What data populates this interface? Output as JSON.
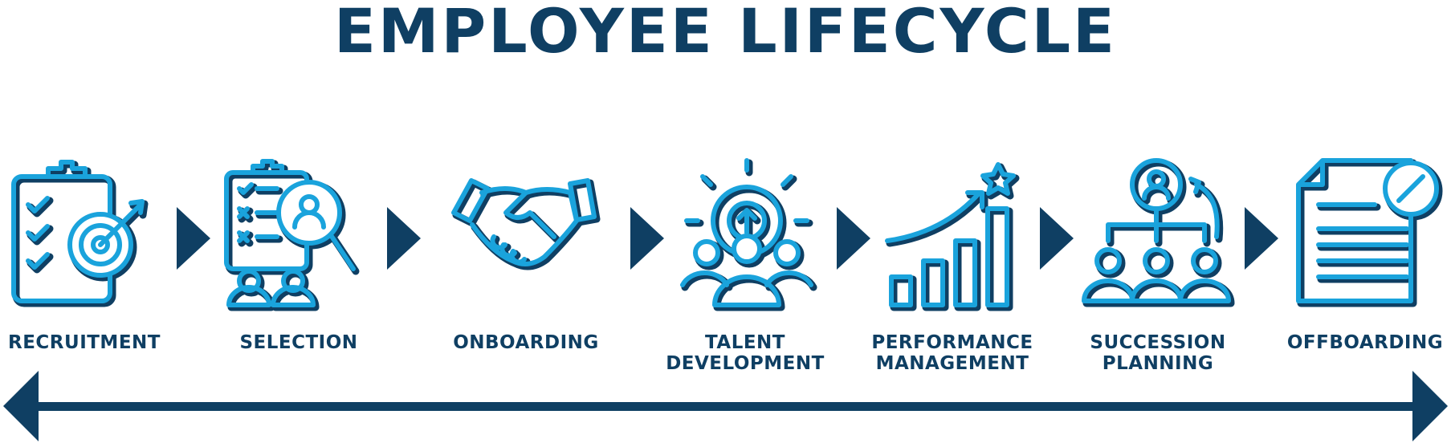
{
  "title": "EMPLOYEE LIFECYCLE",
  "colors": {
    "navy": "#0f3f63",
    "accent": "#1aa3dc",
    "outline": "#0f3f63"
  },
  "steps": [
    {
      "label": "RECRUITMENT",
      "icon": "clipboard-target-icon"
    },
    {
      "label": "SELECTION",
      "icon": "clipboard-magnifier-icon"
    },
    {
      "label": "ONBOARDING",
      "icon": "handshake-icon"
    },
    {
      "label_lines": [
        "TALENT",
        "DEVELOPMENT"
      ],
      "icon": "gear-team-icon"
    },
    {
      "label_lines": [
        "PERFORMANCE",
        "MANAGEMENT"
      ],
      "icon": "growth-chart-star-icon"
    },
    {
      "label_lines": [
        "SUCCESSION",
        "PLANNING"
      ],
      "icon": "org-chart-promotion-icon"
    },
    {
      "label": "OFFBOARDING",
      "icon": "document-cancel-icon"
    }
  ]
}
